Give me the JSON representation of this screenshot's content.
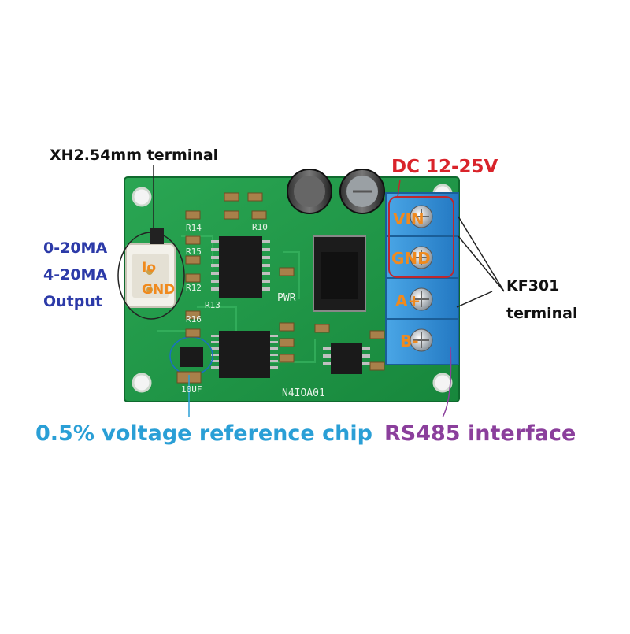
{
  "callouts": {
    "xh_terminal": "XH2.54mm terminal",
    "output_line1": "0-20MA",
    "output_line2": "4-20MA",
    "output_line3": "Output",
    "dc_power": "DC 12-25V",
    "kf301_line1": "KF301",
    "kf301_line2": "terminal",
    "voltage_ref": "0.5% voltage reference chip",
    "rs485": "RS485 interface"
  },
  "pins": {
    "io": "Io",
    "gnd_left": "GND",
    "vin": "VIN",
    "gnd_right": "GND",
    "a": "A+",
    "b": "B-"
  },
  "silkscreen": {
    "board_name": "N4IOA01",
    "pwr": "PWR",
    "r14": "R14",
    "r15": "R15",
    "r12": "R12",
    "r13": "R13",
    "r16": "R16",
    "r10": "R10",
    "cap": "10UF"
  },
  "colors": {
    "pcb": "#1f9a48",
    "terminal_blue": "#2f8fd6",
    "accent_orange": "#f08a1e",
    "label_red": "#d9232a",
    "label_blue": "#2c3aa8",
    "label_cyan": "#2a9fd6",
    "label_purple": "#8b3f9c"
  }
}
